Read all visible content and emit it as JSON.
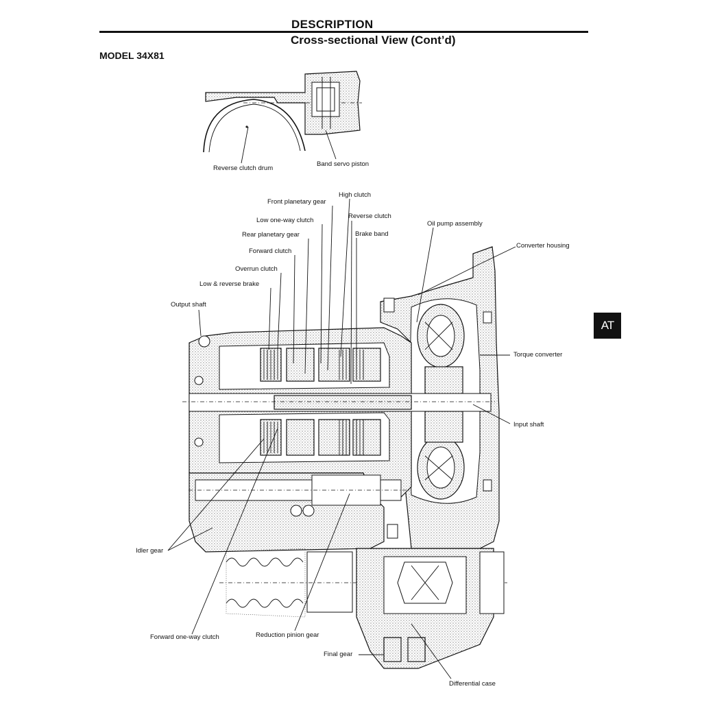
{
  "header": {
    "title": "DESCRIPTION",
    "subtitle": "Cross-sectional View (Cont’d)",
    "model": "MODEL 34X81",
    "section_tab": "AT"
  },
  "detail_labels": {
    "reverse_clutch_drum": "Reverse clutch drum",
    "band_servo_piston": "Band servo piston"
  },
  "labels": {
    "high_clutch": "High clutch",
    "front_planetary_gear": "Front planetary gear",
    "reverse_clutch": "Reverse clutch",
    "low_one_way_clutch": "Low one-way clutch",
    "brake_band": "Brake band",
    "rear_planetary_gear": "Rear planetary gear",
    "oil_pump_assembly": "Oil pump assembly",
    "forward_clutch": "Forward clutch",
    "converter_housing": "Converter housing",
    "overrun_clutch": "Overrun clutch",
    "low_reverse_brake": "Low & reverse brake",
    "output_shaft": "Output shaft",
    "torque_converter": "Torque converter",
    "input_shaft": "Input shaft",
    "idler_gear": "Idler gear",
    "forward_one_way_clutch": "Forward one-way clutch",
    "reduction_pinion_gear": "Reduction pinion gear",
    "final_gear": "Final gear",
    "differential_case": "Differential case"
  }
}
